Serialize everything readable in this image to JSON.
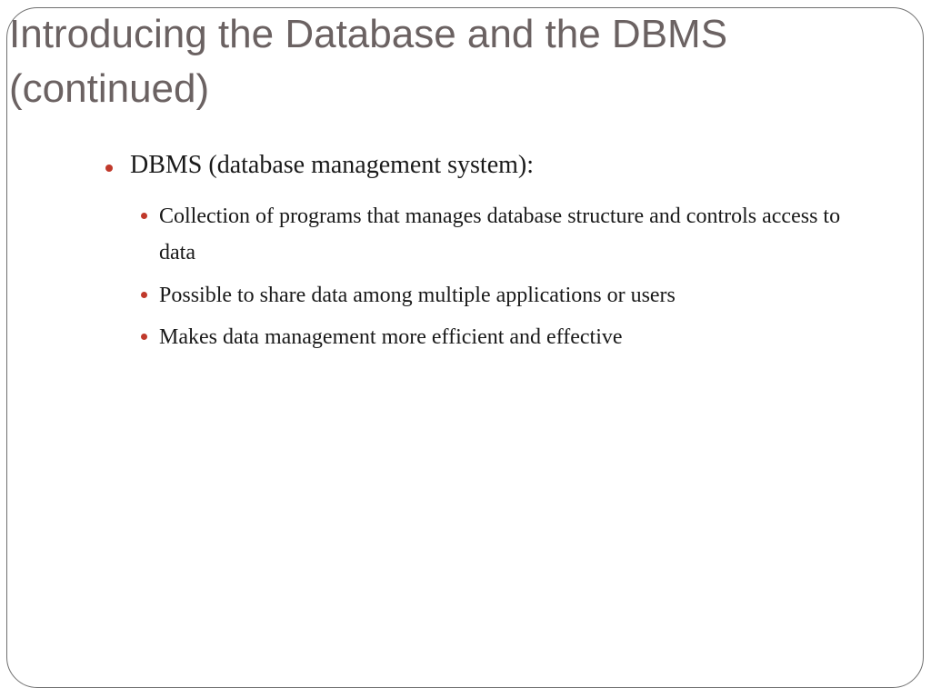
{
  "slide": {
    "title": "Introducing the Database and the DBMS (continued)",
    "bullet_color": "#c0392b",
    "bullets": [
      {
        "text": "DBMS (database management system):",
        "subbullets": [
          {
            "text": "Collection of programs that manages database structure and controls access to data"
          },
          {
            "text": "Possible to share data among multiple applications or users"
          },
          {
            "text": "Makes data management more efficient and effective"
          }
        ]
      }
    ]
  }
}
